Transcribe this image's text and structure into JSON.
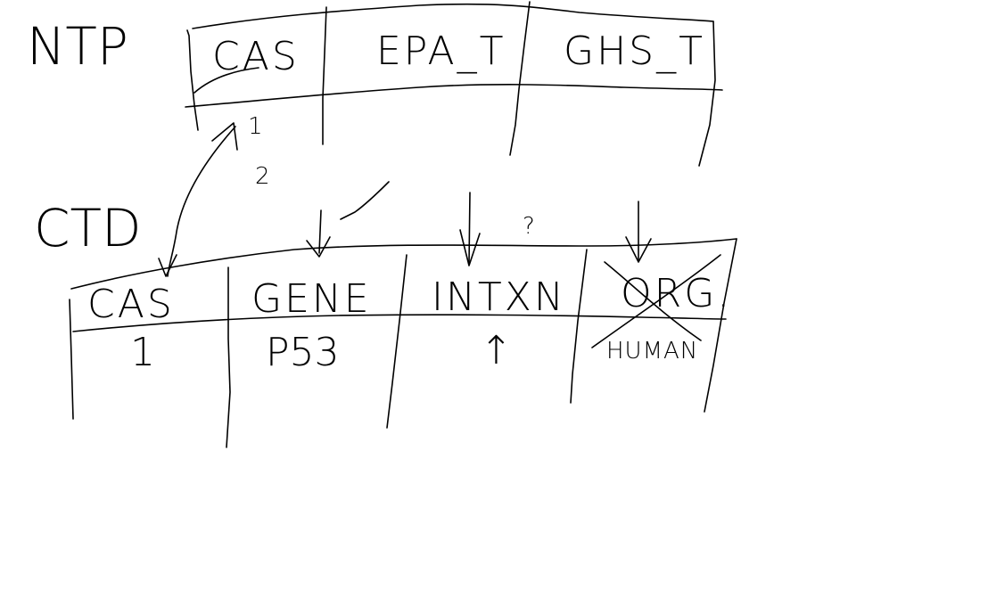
{
  "ntp": {
    "name": "NTP",
    "columns": [
      "CAS",
      "EPA_T",
      "GHS_T"
    ],
    "annotation_1": "1",
    "annotation_2": "2"
  },
  "ctd": {
    "name": "CTD",
    "columns": [
      "CAS",
      "GENE",
      "INTXN",
      "ORG."
    ],
    "row": [
      "1",
      "P53",
      "↑",
      "HUMAN"
    ],
    "question_mark": "?"
  },
  "colors": {
    "ink": "#000000",
    "background": "#ffffff"
  }
}
